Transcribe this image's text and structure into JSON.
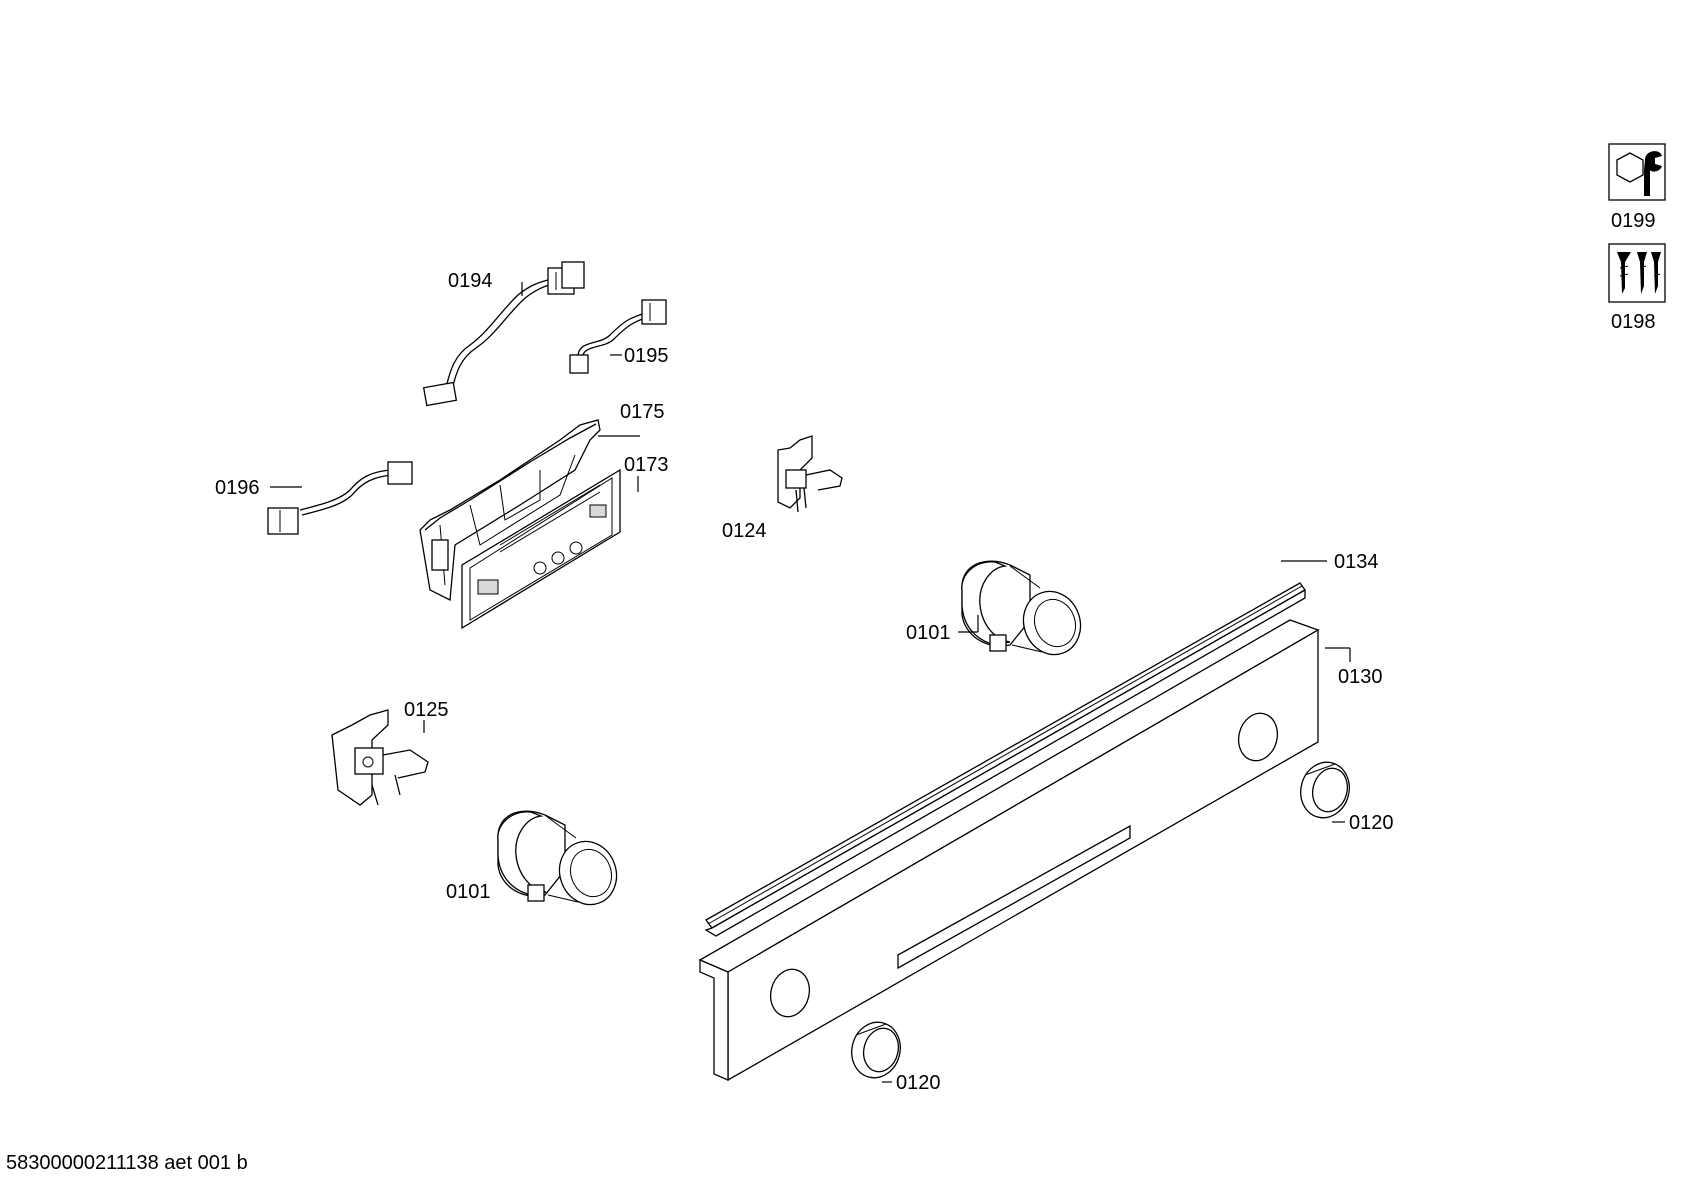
{
  "document_id": "58300000211138 aet 001 b",
  "callouts": {
    "c0194": "0194",
    "c0195": "0195",
    "c0175": "0175",
    "c0173": "0173",
    "c0196": "0196",
    "c0124": "0124",
    "c0134": "0134",
    "c0101a": "0101",
    "c0130": "0130",
    "c0125": "0125",
    "c0120a": "0120",
    "c0101b": "0101",
    "c0120b": "0120",
    "c0199": "0199",
    "c0198": "0198"
  },
  "icons": {
    "service_kit": "nut-wrench-icon",
    "screw_kit": "screws-icon"
  }
}
